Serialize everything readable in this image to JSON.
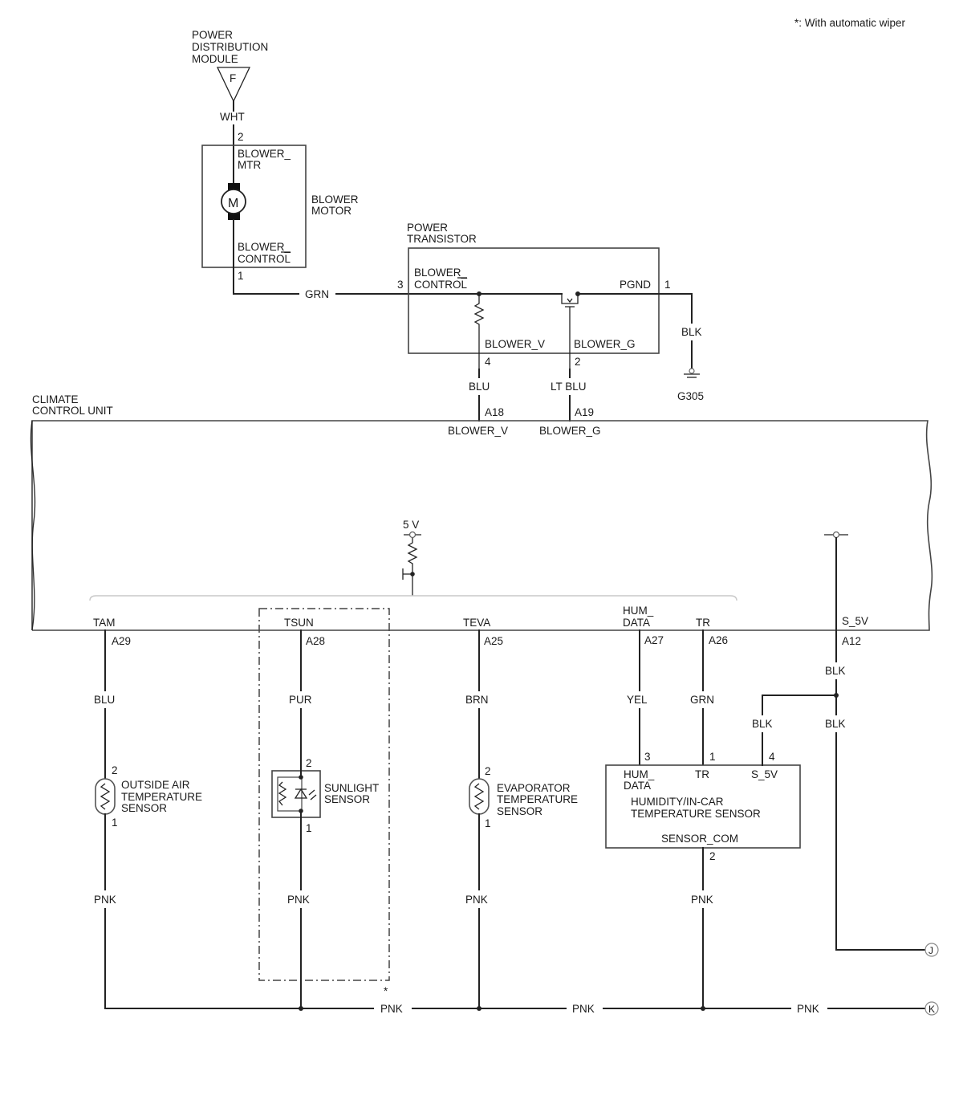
{
  "footnote": "*:  With automatic wiper",
  "asterisk": "*",
  "power_distribution_module": {
    "label_lines": [
      "POWER",
      "DISTRIBUTION",
      "MODULE"
    ],
    "fuse_letter": "F",
    "wire_color": "WHT"
  },
  "blower_motor": {
    "label_lines": [
      "BLOWER",
      "MOTOR"
    ],
    "pin_top": "2",
    "pin_bottom": "1",
    "terminal_top_lines": [
      "BLOWER_",
      "MTR"
    ],
    "terminal_bottom_lines": [
      "BLOWER_",
      "CONTROL"
    ],
    "motor_symbol": "M"
  },
  "wire_blower_to_transistor": "GRN",
  "power_transistor": {
    "label_lines": [
      "POWER",
      "TRANSISTOR"
    ],
    "pin_control": "3",
    "terminal_control_lines": [
      "BLOWER_",
      "CONTROL"
    ],
    "pin_pgnd": "1",
    "terminal_pgnd": "PGND",
    "terminal_v": "BLOWER_V",
    "pin_v": "4",
    "terminal_g": "BLOWER_G",
    "pin_g": "2"
  },
  "ground": {
    "wire_color": "BLK",
    "name": "G305"
  },
  "climate_control_unit": {
    "label_lines": [
      "CLIMATE",
      "CONTROL UNIT"
    ],
    "supply_label": "5 V",
    "top_pins": [
      {
        "wire": "BLU",
        "pin": "A18",
        "terminal": "BLOWER_V"
      },
      {
        "wire": "LT BLU",
        "pin": "A19",
        "terminal": "BLOWER_G"
      }
    ],
    "bottom_terminals": {
      "tam": {
        "terminal": "TAM",
        "pin": "A29"
      },
      "tsun": {
        "terminal": "TSUN",
        "pin": "A28"
      },
      "teva": {
        "terminal": "TEVA",
        "pin": "A25"
      },
      "hum": {
        "terminal_lines": [
          "HUM_",
          "DATA"
        ],
        "pin": "A27"
      },
      "tr": {
        "terminal": "TR",
        "pin": "A26"
      },
      "s5v": {
        "terminal": "S_5V",
        "pin": "A12"
      }
    }
  },
  "outside_air_sensor": {
    "label_lines": [
      "OUTSIDE AIR",
      "TEMPERATURE",
      "SENSOR"
    ],
    "wire_top": "BLU",
    "pin_top": "2",
    "pin_bottom": "1",
    "wire_bottom": "PNK"
  },
  "sunlight_sensor": {
    "label_lines": [
      "SUNLIGHT",
      "SENSOR"
    ],
    "wire_top": "PUR",
    "pin_top": "2",
    "pin_bottom": "1",
    "wire_bottom": "PNK"
  },
  "evaporator_sensor": {
    "label_lines": [
      "EVAPORATOR",
      "TEMPERATURE",
      "SENSOR"
    ],
    "wire_top": "BRN",
    "pin_top": "2",
    "pin_bottom": "1",
    "wire_bottom": "PNK"
  },
  "humidity_sensor": {
    "label_lines": [
      "HUMIDITY/IN-CAR",
      "TEMPERATURE SENSOR"
    ],
    "hum_wire": "YEL",
    "hum_pin": "3",
    "hum_terminal_lines": [
      "HUM_",
      "DATA"
    ],
    "tr_wire": "GRN",
    "tr_pin": "1",
    "tr_terminal": "TR",
    "s5v_wire": "BLK",
    "s5v_pin": "4",
    "s5v_terminal": "S_5V",
    "com_terminal": "SENSOR_COM",
    "com_pin": "2",
    "com_wire": "PNK"
  },
  "s5v_branch": {
    "wire_upper": "BLK",
    "wire_lower": "BLK"
  },
  "bus_wire_labels": [
    "PNK",
    "PNK",
    "PNK"
  ],
  "connectors": {
    "j": "J",
    "k": "K"
  }
}
